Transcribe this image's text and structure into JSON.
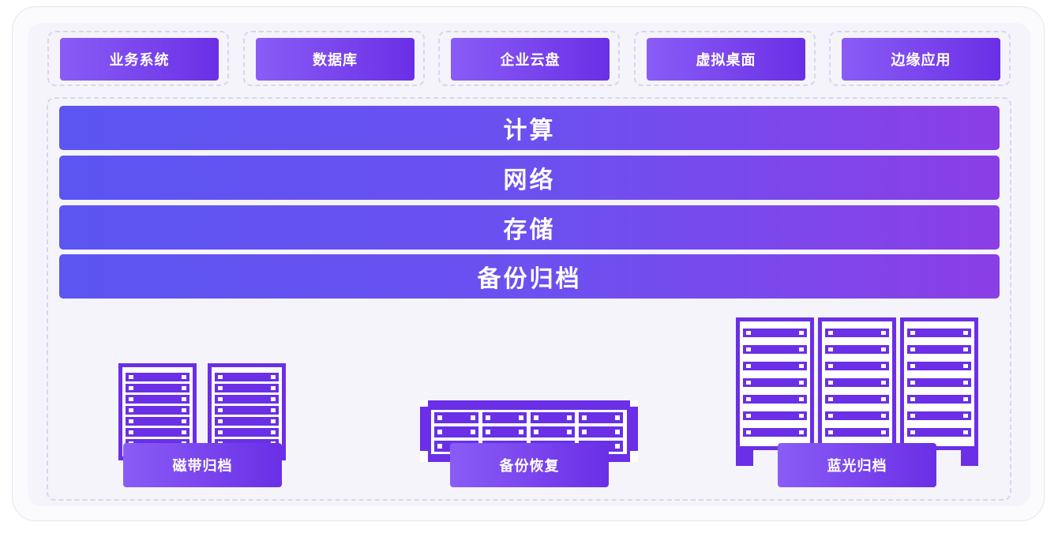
{
  "applications": [
    {
      "label": "业务系统"
    },
    {
      "label": "数据库"
    },
    {
      "label": "企业云盘"
    },
    {
      "label": "虚拟桌面"
    },
    {
      "label": "边缘应用"
    }
  ],
  "layers": [
    {
      "label": "计算"
    },
    {
      "label": "网络"
    },
    {
      "label": "存储"
    },
    {
      "label": "备份归档"
    }
  ],
  "storage_devices": [
    {
      "label": "磁带归档",
      "icon": "tape-library-icon"
    },
    {
      "label": "备份恢复",
      "icon": "backup-appliance-icon"
    },
    {
      "label": "蓝光归档",
      "icon": "optical-library-icon"
    }
  ],
  "colors": {
    "device": "#6a2fe6",
    "button_start": "#8a5cf6",
    "button_end": "#6a2fe6",
    "layer_start": "#5b55f1",
    "layer_end": "#8a3ee6",
    "dashed_border": "#d9d6ee"
  }
}
